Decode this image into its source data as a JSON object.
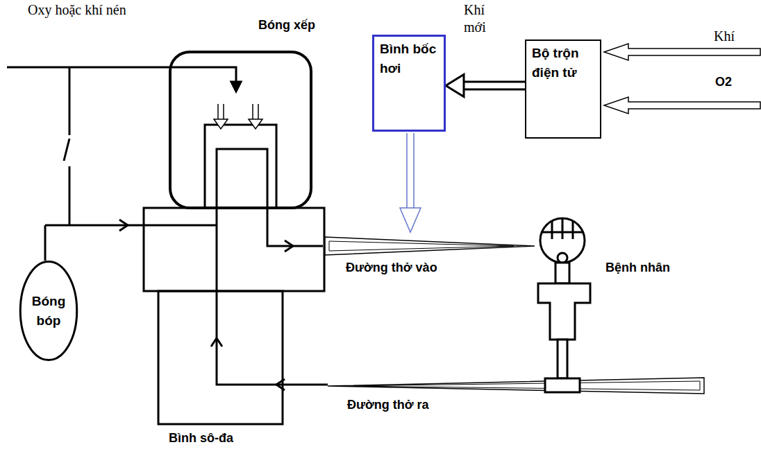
{
  "diagram": {
    "nodes": [
      {
        "text": [
          "Bình bốc hơi"
        ]
      },
      {
        "text": [
          "Bộ trộn điện tử"
        ]
      },
      {
        "text": [
          "Bóng bóp"
        ]
      }
    ],
    "edges": [
      {
        "from": 1,
        "to": 0,
        "arrow": "to"
      }
    ],
    "labels": [
      "Oxy hoặc khí nén",
      "Bóng xếp",
      "Khí mới",
      "Khí",
      "O2",
      "Đường thở vào",
      "Bệnh nhân",
      "Đường thở ra",
      "Bình sô-đa"
    ]
  }
}
